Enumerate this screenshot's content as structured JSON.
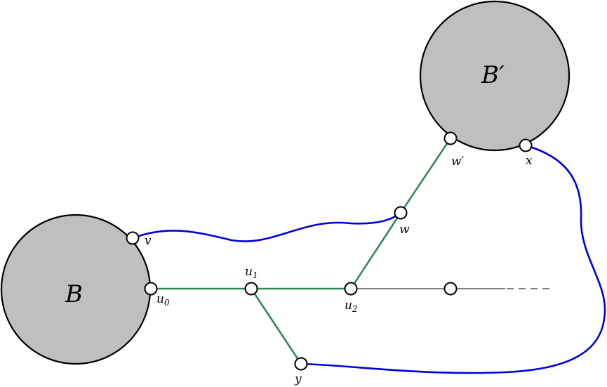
{
  "balls": {
    "b": {
      "label": "B"
    },
    "b_prime": {
      "label": "B′"
    }
  },
  "vertices": {
    "u0": {
      "name": "u",
      "sub": "0"
    },
    "u1": {
      "name": "u",
      "sub": "1"
    },
    "u2": {
      "name": "u",
      "sub": "2"
    },
    "v": {
      "name": "v"
    },
    "w": {
      "name": "w"
    },
    "w_prime": {
      "name": "w′"
    },
    "x": {
      "name": "x"
    },
    "y": {
      "name": "y"
    }
  },
  "colors": {
    "tree_edge": "#2e8b57",
    "path_edge": "#0000dd",
    "ball_fill": "#bfbfbf"
  }
}
